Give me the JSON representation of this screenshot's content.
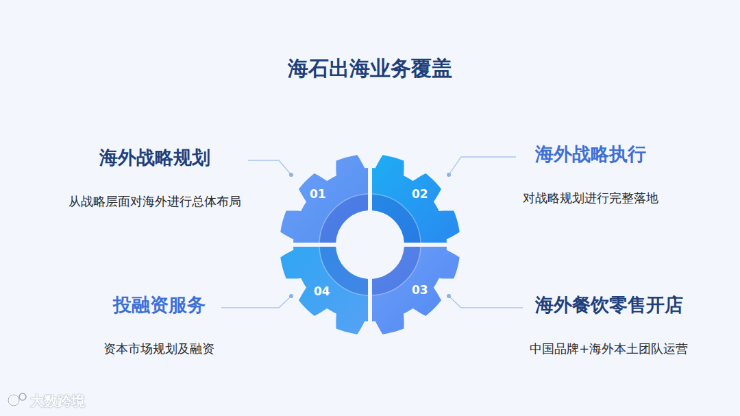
{
  "diagram": {
    "title": "海石出海业务覆盖",
    "nodes": [
      {
        "text": [
          "海外战略规划",
          "从战略层面对海外进行总体布局"
        ]
      },
      {
        "text": [
          "01"
        ]
      },
      {
        "text": [
          "02"
        ]
      },
      {
        "text": [
          "海外战略执行",
          "对战略规划进行完整落地"
        ]
      },
      {
        "text": [
          "投融资服务",
          "资本市场规划及融资"
        ]
      },
      {
        "text": [
          "04"
        ]
      },
      {
        "text": [
          "03"
        ]
      },
      {
        "text": [
          "海外餐饮零售开店",
          "中国品牌+海外本土团队运营"
        ]
      }
    ],
    "edges": [
      {
        "from": 0,
        "to": 1,
        "arrow": "none"
      },
      {
        "from": 3,
        "to": 2,
        "arrow": "none"
      },
      {
        "from": 4,
        "to": 5,
        "arrow": "none"
      },
      {
        "from": 7,
        "to": 6,
        "arrow": "none"
      }
    ],
    "labels": [
      "大数跨境"
    ]
  }
}
